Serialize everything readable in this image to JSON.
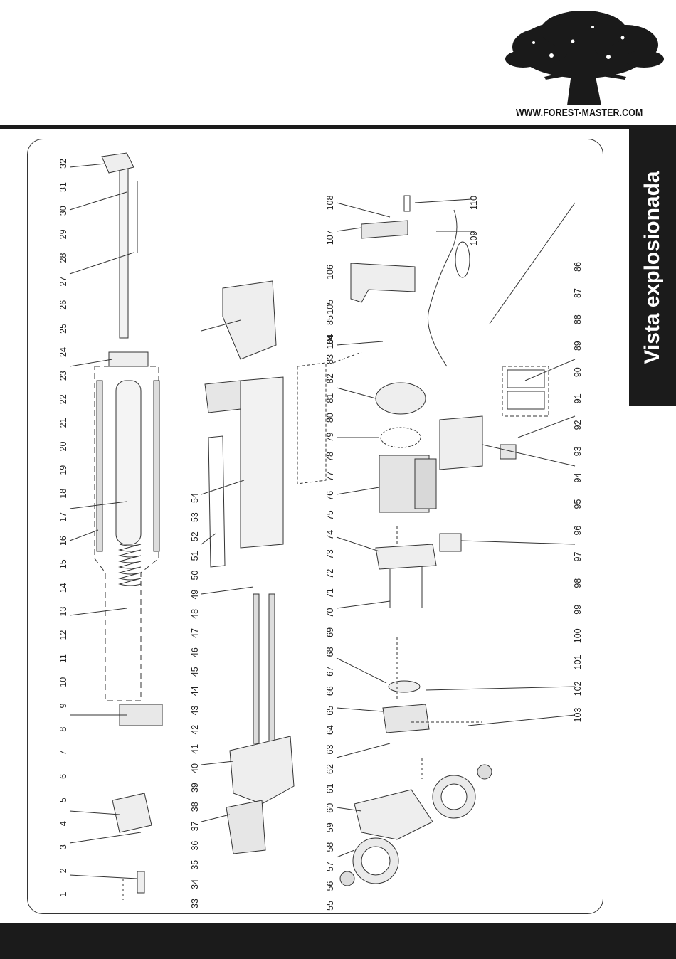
{
  "header": {
    "website": "WWW.FOREST-MASTER.COM",
    "logo_icon": "tree-icon"
  },
  "side_tab": {
    "title": "Vista explosionada"
  },
  "part_labels": [
    "1",
    "2",
    "3",
    "4",
    "5",
    "6",
    "7",
    "8",
    "9",
    "10",
    "11",
    "12",
    "13",
    "14",
    "15",
    "16",
    "17",
    "18",
    "19",
    "20",
    "21",
    "22",
    "23",
    "24",
    "25",
    "26",
    "27",
    "28",
    "29",
    "30",
    "31",
    "32",
    "33",
    "34",
    "35",
    "36",
    "37",
    "38",
    "39",
    "40",
    "41",
    "42",
    "43",
    "44",
    "45",
    "46",
    "47",
    "48",
    "49",
    "50",
    "51",
    "52",
    "53",
    "54",
    "55",
    "56",
    "57",
    "58",
    "59",
    "60",
    "61",
    "62",
    "63",
    "64",
    "65",
    "66",
    "67",
    "68",
    "69",
    "70",
    "71",
    "72",
    "73",
    "74",
    "75",
    "76",
    "77",
    "78",
    "79",
    "80",
    "81",
    "82",
    "83",
    "84",
    "85",
    "86",
    "87",
    "88",
    "89",
    "90",
    "91",
    "92",
    "93",
    "94",
    "95",
    "96",
    "97",
    "98",
    "99",
    "100",
    "101",
    "102",
    "103",
    "104",
    "105",
    "106",
    "107",
    "108",
    "109",
    "110"
  ],
  "colors": {
    "dark_band": "#1b1b1b",
    "line": "#333333"
  }
}
